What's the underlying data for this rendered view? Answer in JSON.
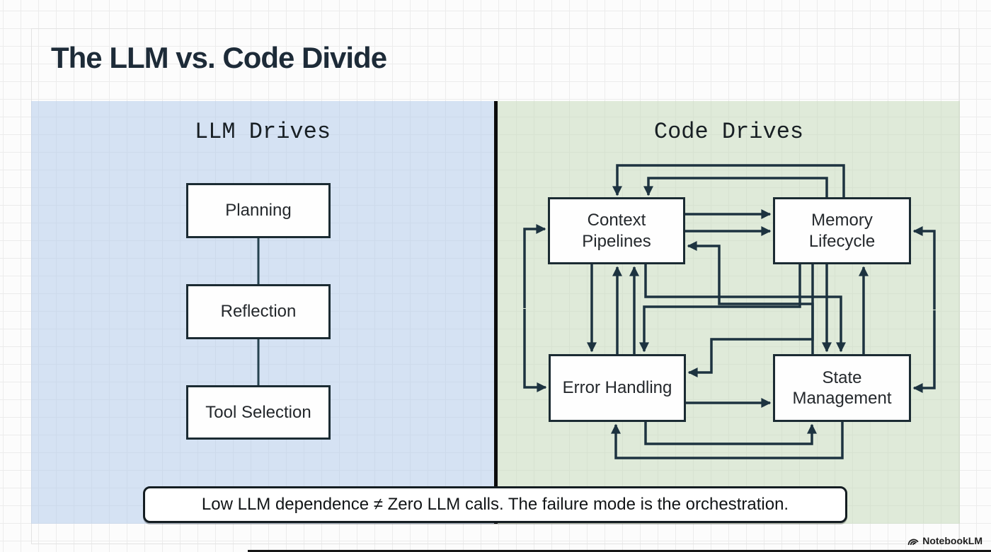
{
  "title": "The LLM vs. Code Divide",
  "left_panel": {
    "header": "LLM Drives",
    "nodes": [
      "Planning",
      "Reflection",
      "Tool Selection"
    ],
    "edges": [
      [
        "Planning",
        "Reflection"
      ],
      [
        "Reflection",
        "Tool Selection"
      ]
    ]
  },
  "right_panel": {
    "header": "Code Drives",
    "nodes": [
      "Context Pipelines",
      "Memory Lifecycle",
      "Error Handling",
      "State Management"
    ],
    "edges_note": "dense tangle of bidirectional arrows interconnecting all four nodes"
  },
  "caption": "Low LLM dependence ≠ Zero LLM calls. The failure mode is the orchestration.",
  "watermark": "NotebookLM",
  "colors": {
    "left_panel_bg": "#d9e4f1",
    "right_panel_bg": "#dfe8d7",
    "divider": "#0c0c0c",
    "connector_line": "#1d3340",
    "node_border": "#1b2b33",
    "title_text": "#1d2b38"
  }
}
